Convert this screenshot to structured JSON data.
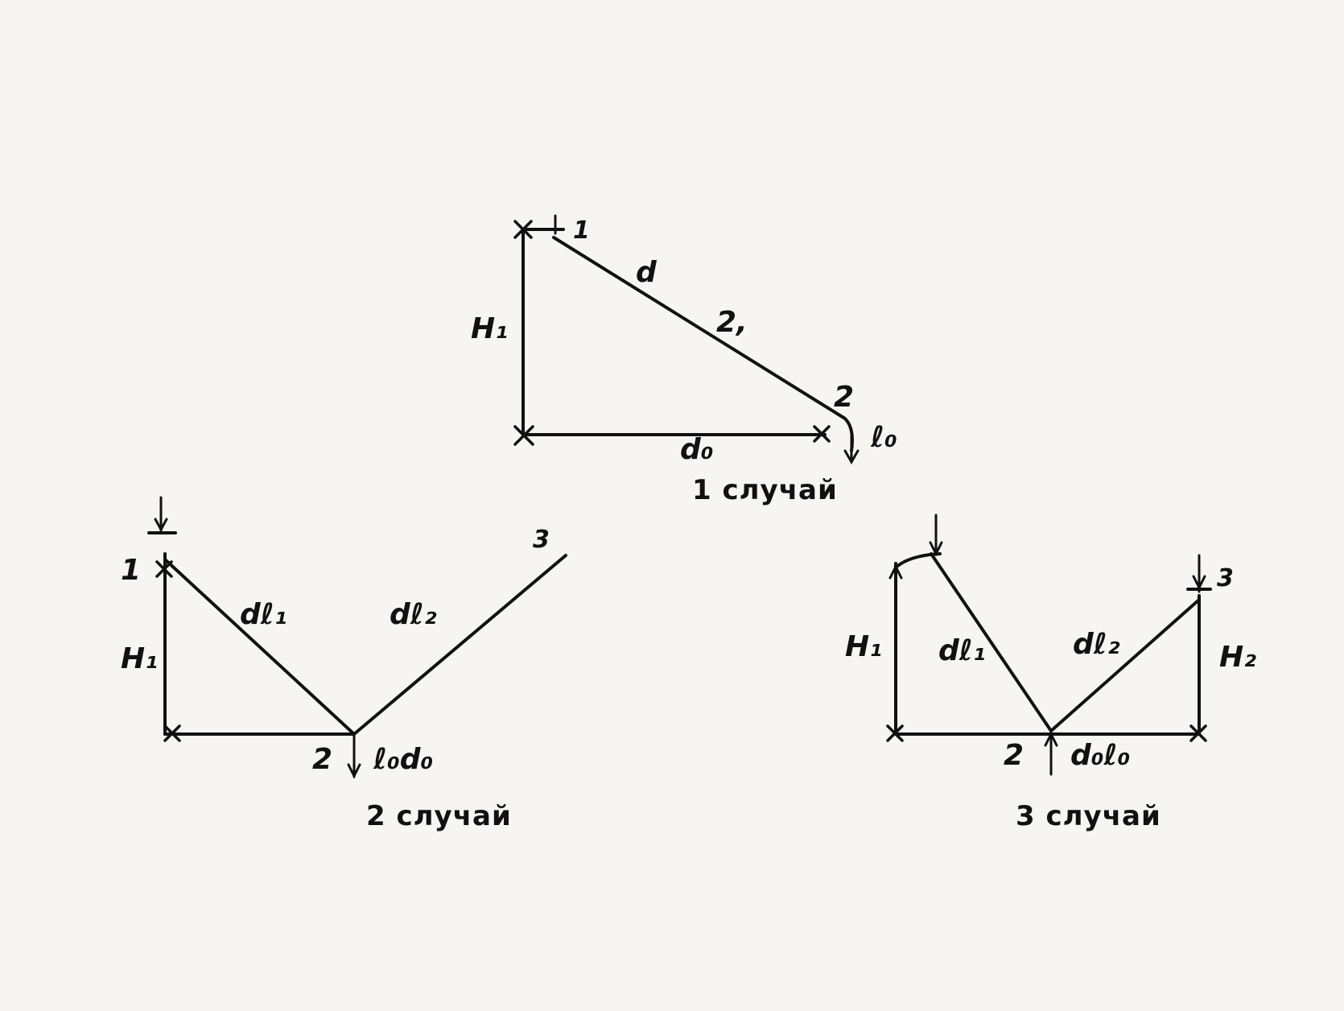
{
  "case1": {
    "caption": "1 случай",
    "labels": {
      "top_node": "1",
      "d": "d",
      "mid": "2,",
      "node2": "2",
      "H": "H₁",
      "base": "d₀",
      "right": "ℓ₀"
    }
  },
  "case2": {
    "caption": "2 случай",
    "labels": {
      "node1": "1",
      "H": "H₁",
      "dl1": "dℓ₁",
      "dl2": "dℓ₂",
      "node3": "3",
      "node2": "2",
      "bottom": "ℓ₀d₀"
    }
  },
  "case3": {
    "caption": "3 случай",
    "labels": {
      "H1": "H₁",
      "dl1": "dℓ₁",
      "dl2": "dℓ₂",
      "node3": "3",
      "H2": "H₂",
      "node2": "2",
      "bottom": "d₀ℓ₀"
    }
  }
}
